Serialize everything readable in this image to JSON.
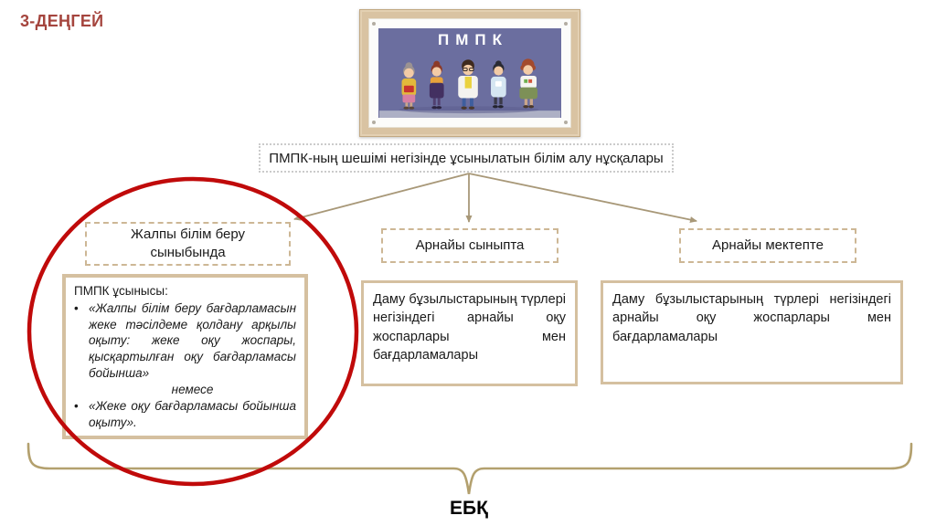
{
  "slide": {
    "title": "3-ДЕҢГЕЙ",
    "picture": {
      "caption": "ПМПК",
      "illustration_icon": "specialists-group-illustration"
    },
    "root_box": "ПМПК-ның шешімі негізінде ұсынылатын білім алу нұсқалары",
    "branches": [
      {
        "header": "Жалпы білім беру сыныбында",
        "detail": {
          "heading": "ПМПК ұсынысы:",
          "bullet_char": "•",
          "bullet1": "«Жалпы білім беру бағдарламасын жеке тәсілдеме қолдану арқылы оқыту: жеке оқу жоспары, қысқартылған оқу бағдарламасы бойынша»",
          "or_word": "немесе",
          "bullet2": "«Жеке оқу бағдарламасы бойынша оқыту»."
        }
      },
      {
        "header": "Арнайы сыныпта",
        "detail": {
          "text": "Даму бұзылыстарының түрлері негізіндегі арнайы оқу жоспарлары мен бағдарламалары"
        }
      },
      {
        "header": "Арнайы мектепте",
        "detail": {
          "text": "Даму бұзылыстарының түрлері негізіндегі арнайы оқу жоспарлары мен бағдарламалары"
        }
      }
    ],
    "brace_label": "ЕБҚ",
    "colors": {
      "title_red": "#A5453E",
      "ellipse_red": "#C00A0A",
      "connector_tan": "#A89878",
      "brace_tan": "#B3A06E",
      "box_border_tan": "#D5C0A0",
      "dashed_border_tan": "#CDB795",
      "frame_wood": "#D9C3A2",
      "picture_background": "#6B6E9F"
    }
  }
}
